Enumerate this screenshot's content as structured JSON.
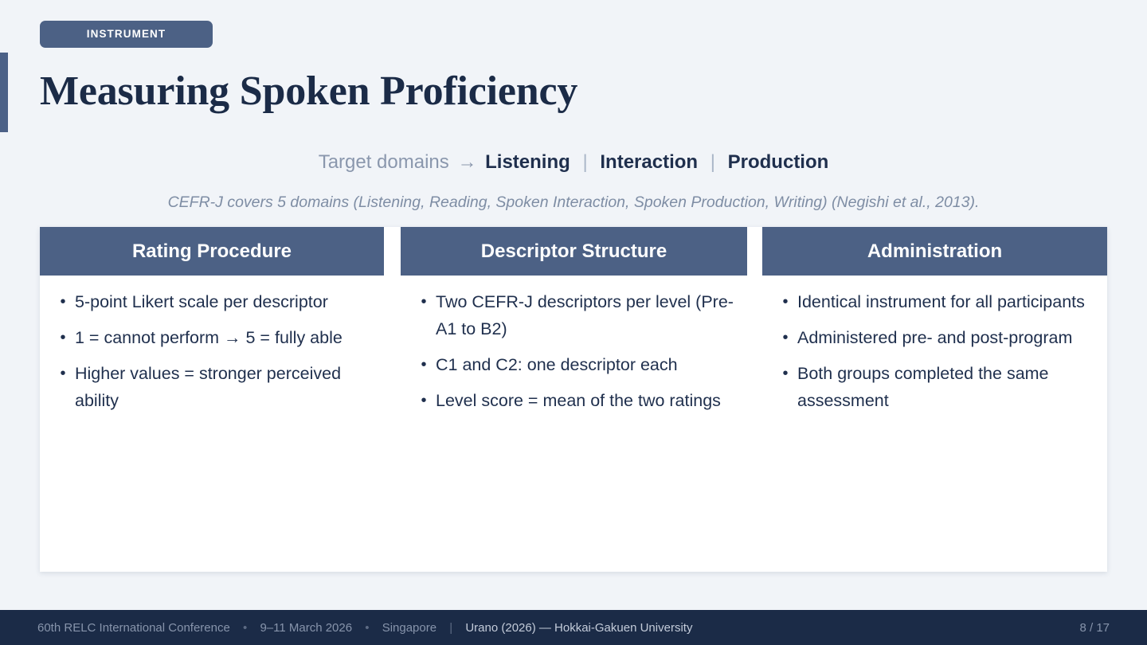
{
  "slide": {
    "badge": "INSTRUMENT",
    "title": "Measuring Spoken Proficiency",
    "accent_color": "#4c6185",
    "background_color": "#f1f4f8"
  },
  "subtitle": {
    "label": "Target domains",
    "arrow": "→",
    "domains": [
      "Listening",
      "Interaction",
      "Production"
    ],
    "separator": "|",
    "caption": "CEFR-J covers 5 domains (Listening, Reading, Spoken Interaction, Spoken Production, Writing) (Negishi et al., 2013)."
  },
  "card": {
    "columns": [
      {
        "header": "Rating Procedure",
        "bullets": [
          "5-point Likert scale per descriptor",
          "1 = cannot perform  →  5 = fully able",
          "Higher values = stronger perceived ability"
        ]
      },
      {
        "header": "Descriptor Structure",
        "bullets": [
          "Two CEFR-J descriptors per level (Pre-A1 to B2)",
          "C1 and C2: one descriptor each",
          "Level score = mean of the two ratings"
        ]
      },
      {
        "header": "Administration",
        "bullets": [
          "Identical instrument for all participants",
          "Administered pre- and post-program",
          "Both groups completed the same assessment"
        ]
      }
    ],
    "bullet_glyph": "•"
  },
  "footer": {
    "conference": "60th RELC International Conference",
    "dot": "•",
    "dates": "9–11 March 2026",
    "location": "Singapore",
    "divider": "|",
    "author": "Urano (2026) — Hokkai-Gakuen University",
    "page": "8 / 17"
  }
}
